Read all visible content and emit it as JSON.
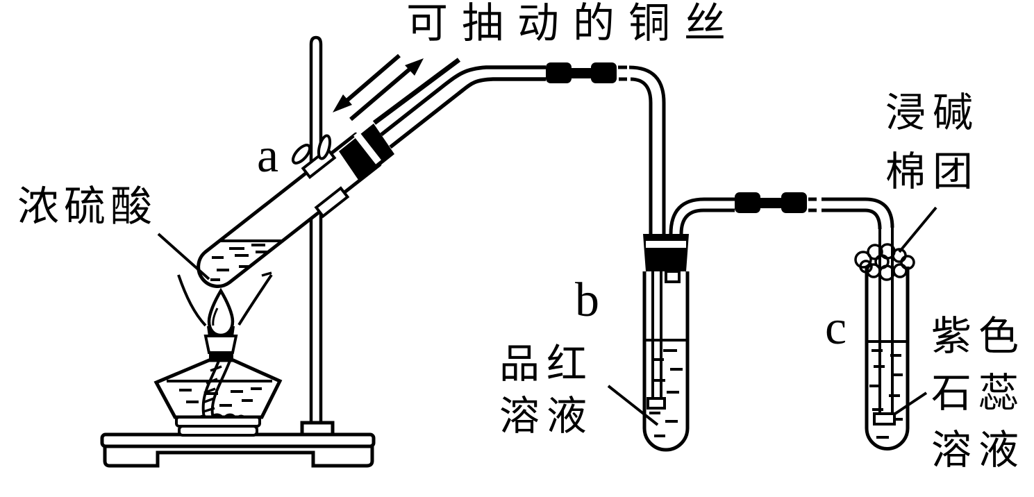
{
  "labels": {
    "wire": "可抽动的铜丝",
    "acid": "浓硫酸",
    "tube_a": "a",
    "tube_b": "b",
    "tube_c": "c",
    "fuchsin_lines": [
      "品红",
      "溶液"
    ],
    "cotton_lines": [
      "浸碱",
      "棉团"
    ],
    "litmus_lines": [
      "紫色",
      "石蕊",
      "溶液"
    ]
  },
  "colors": {
    "ink": "#000000",
    "background": "#ffffff"
  }
}
